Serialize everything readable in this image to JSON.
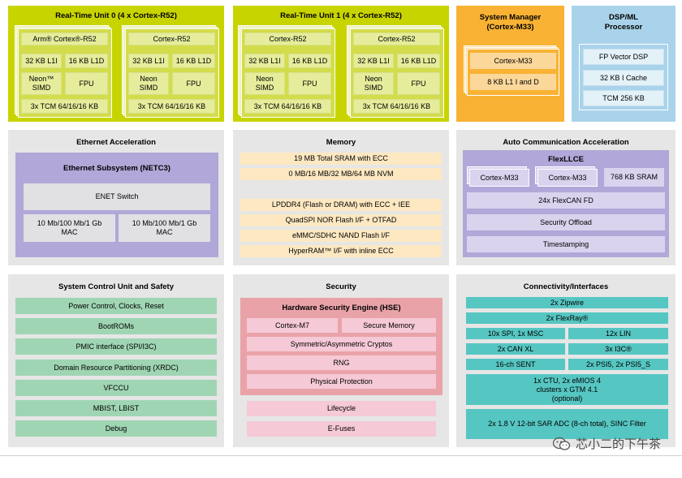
{
  "rtu0": {
    "title": "Real-Time Unit 0 (4 x Cortex-R52)",
    "core_a": {
      "name": "Arm® Cortex®-R52",
      "l1i": "32 KB L1I",
      "l1d": "16 KB L1D",
      "neon": "Neon™ SIMD",
      "fpu": "FPU",
      "tcm": "3x TCM 64/16/16 KB"
    },
    "core_b": {
      "name": "Cortex-R52",
      "l1i": "32 KB L1I",
      "l1d": "16 KB L1D",
      "neon": "Neon SIMD",
      "fpu": "FPU",
      "tcm": "3x TCM 64/16/16 KB"
    }
  },
  "rtu1": {
    "title": "Real-Time Unit 1 (4 x Cortex-R52)",
    "core_a": {
      "name": "Cortex-R52",
      "l1i": "32 KB L1I",
      "l1d": "16 KB L1D",
      "neon": "Neon SIMD",
      "fpu": "FPU",
      "tcm": "3x TCM 64/16/16 KB"
    },
    "core_b": {
      "name": "Cortex-R52",
      "l1i": "32 KB L1I",
      "l1d": "16 KB L1D",
      "neon": "Neon SIMD",
      "fpu": "FPU",
      "tcm": "3x TCM 64/16/16 KB"
    }
  },
  "sysmgr": {
    "title": "System Manager (Cortex-M33)",
    "core": "Cortex-M33",
    "cache": "8 KB L1 I and D"
  },
  "dsp": {
    "title": "DSP/ML Processor",
    "items": [
      "FP Vector DSP",
      "32 KB I Cache",
      "TCM 256 KB"
    ]
  },
  "eth": {
    "title": "Ethernet Acceleration",
    "subsystem": "Ethernet Subsystem (NETC3)",
    "switch": "ENET Switch",
    "mac1": "10 Mb/100 Mb/1 Gb MAC",
    "mac2": "10 Mb/100 Mb/1 Gb MAC"
  },
  "mem": {
    "title": "Memory",
    "items": [
      "19 MB Total SRAM with ECC",
      "0 MB/16 MB/32 MB/64 MB NVM",
      "LPDDR4 (Flash or DRAM) with ECC + IEE",
      "QuadSPI NOR Flash I/F + OTFAD",
      "eMMC/SDHC NAND Flash I/F",
      "HyperRAM™ I/F with inline ECC"
    ]
  },
  "aca": {
    "title": "Auto Communication Acceleration",
    "flexllce": "FlexLLCE",
    "core1": "Cortex-M33",
    "core2": "Cortex-M33",
    "sram": "768 KB SRAM",
    "can": "24x FlexCAN FD",
    "offload": "Security Offload",
    "ts": "Timestamping"
  },
  "scu": {
    "title": "System Control Unit and Safety",
    "items": [
      "Power Control, Clocks, Reset",
      "BootROMs",
      "PMIC interface (SPI/I3C)",
      "Domain Resource Partitioning (XRDC)",
      "VFCCU",
      "MBIST, LBIST",
      "Debug"
    ]
  },
  "sec": {
    "title": "Security",
    "hse": "Hardware Security Engine (HSE)",
    "m7": "Cortex-M7",
    "secmem": "Secure Memory",
    "crypto": "Symmetric/Asymmetric Cryptos",
    "rng": "RNG",
    "phys": "Physical Protection",
    "lifecycle": "Lifecycle",
    "efuses": "E-Fuses"
  },
  "conn": {
    "title": "Connectivity/Interfaces",
    "zipwire": "2x Zipwire",
    "flexray": "2x FlexRay®",
    "spi": "10x SPI, 1x MSC",
    "lin": "12x LIN",
    "canxl": "2x CAN XL",
    "i3c": "3x I3C®",
    "sent": "16-ch SENT",
    "psi5": "2x PSI5, 2x PSI5_S",
    "ctu": "1x CTU, 2x eMIOS 4 clusters x GTM 4.1 (optional)",
    "adc": "2x 1.8 V 12-bit SAR ADC (8-ch total), SINC Filter"
  },
  "watermark": "芯小二的下午茶",
  "colors": {
    "rtu_panel": "#c8d400",
    "sysmgr_panel": "#f9b233",
    "dsp_panel": "#a9d3ea",
    "grey_panel": "#e6e6e6",
    "eth": "#b1a7d8",
    "mem": "#fde8c2",
    "scu": "#9fd5b3",
    "hse": "#e9a3a8",
    "conn": "#56c6c2"
  }
}
